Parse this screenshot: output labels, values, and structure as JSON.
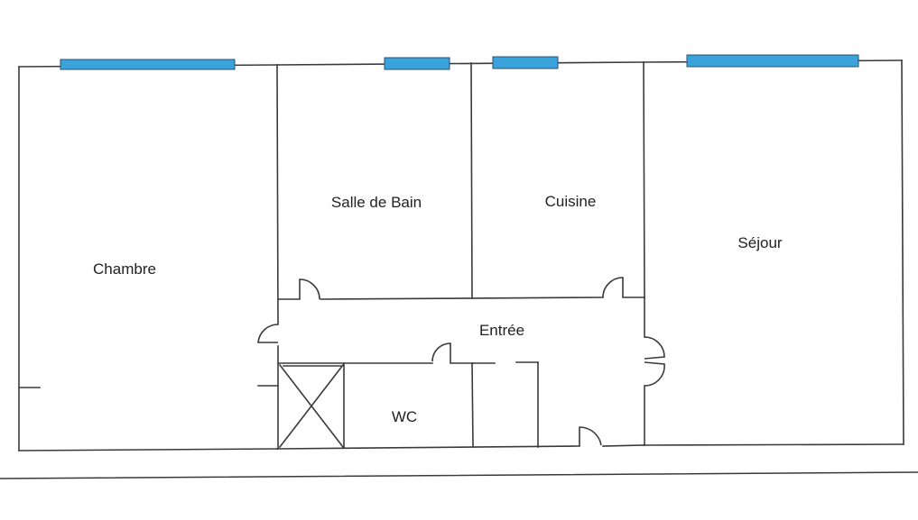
{
  "rooms": {
    "chambre": "Chambre",
    "salle_de_bain": "Salle de Bain",
    "cuisine": "Cuisine",
    "sejour": "Séjour",
    "entree": "Entrée",
    "wc": "WC"
  },
  "colors": {
    "window": "#3aa3dc",
    "wall": "#3a3a3a",
    "background": "#ffffff"
  }
}
